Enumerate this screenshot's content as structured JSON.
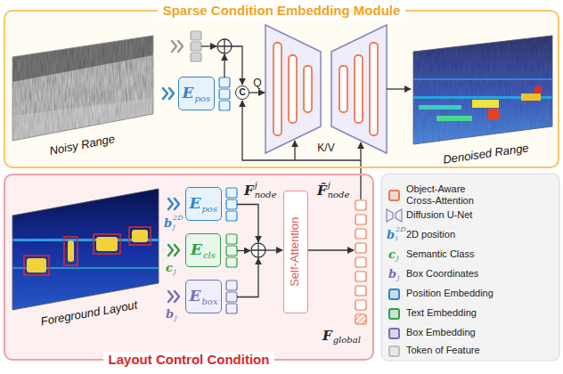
{
  "diagram": {
    "nodes": [
      {
        "text": [
          "Sparse Condition Embedding Module"
        ]
      },
      {
        "text": [
          "E",
          "pos"
        ],
        "in": 0
      },
      {
        "text": [
          "C"
        ],
        "in": 0
      },
      {
        "text": [
          "Layout Control Condition"
        ]
      },
      {
        "text": [
          "E",
          "pos"
        ],
        "in": 3
      },
      {
        "text": [
          "E",
          "cls"
        ],
        "in": 3
      },
      {
        "text": [
          "E",
          "box"
        ],
        "in": 3
      },
      {
        "text": [
          "Self-Attention"
        ],
        "in": 3
      }
    ],
    "labels": [
      "Noisy Range",
      "Q",
      "K/V",
      "Denoised Range",
      "Foreground Layout",
      "b",
      "j",
      "2D",
      "c",
      "j",
      "b",
      "j",
      "F",
      "j",
      "node",
      "F̂",
      "j",
      "node",
      "F",
      "global",
      "b",
      "i",
      "2D",
      "c",
      "j",
      "b",
      "j"
    ],
    "legend": [
      {
        "text": "Object-Aware Cross-Attention",
        "color": "#f07850"
      },
      {
        "text": "Diffusion U-Net"
      },
      {
        "text": "2D position"
      },
      {
        "text": "Semantic Class"
      },
      {
        "text": "Box Coordinates"
      },
      {
        "text": "Position Embedding",
        "color": "#2f86c8"
      },
      {
        "text": "Text Embedding",
        "color": "#2e9e48"
      },
      {
        "text": "Box Embedding",
        "color": "#7470b4"
      },
      {
        "text": "Token of Feature",
        "color": "#bdbdbd"
      }
    ]
  }
}
